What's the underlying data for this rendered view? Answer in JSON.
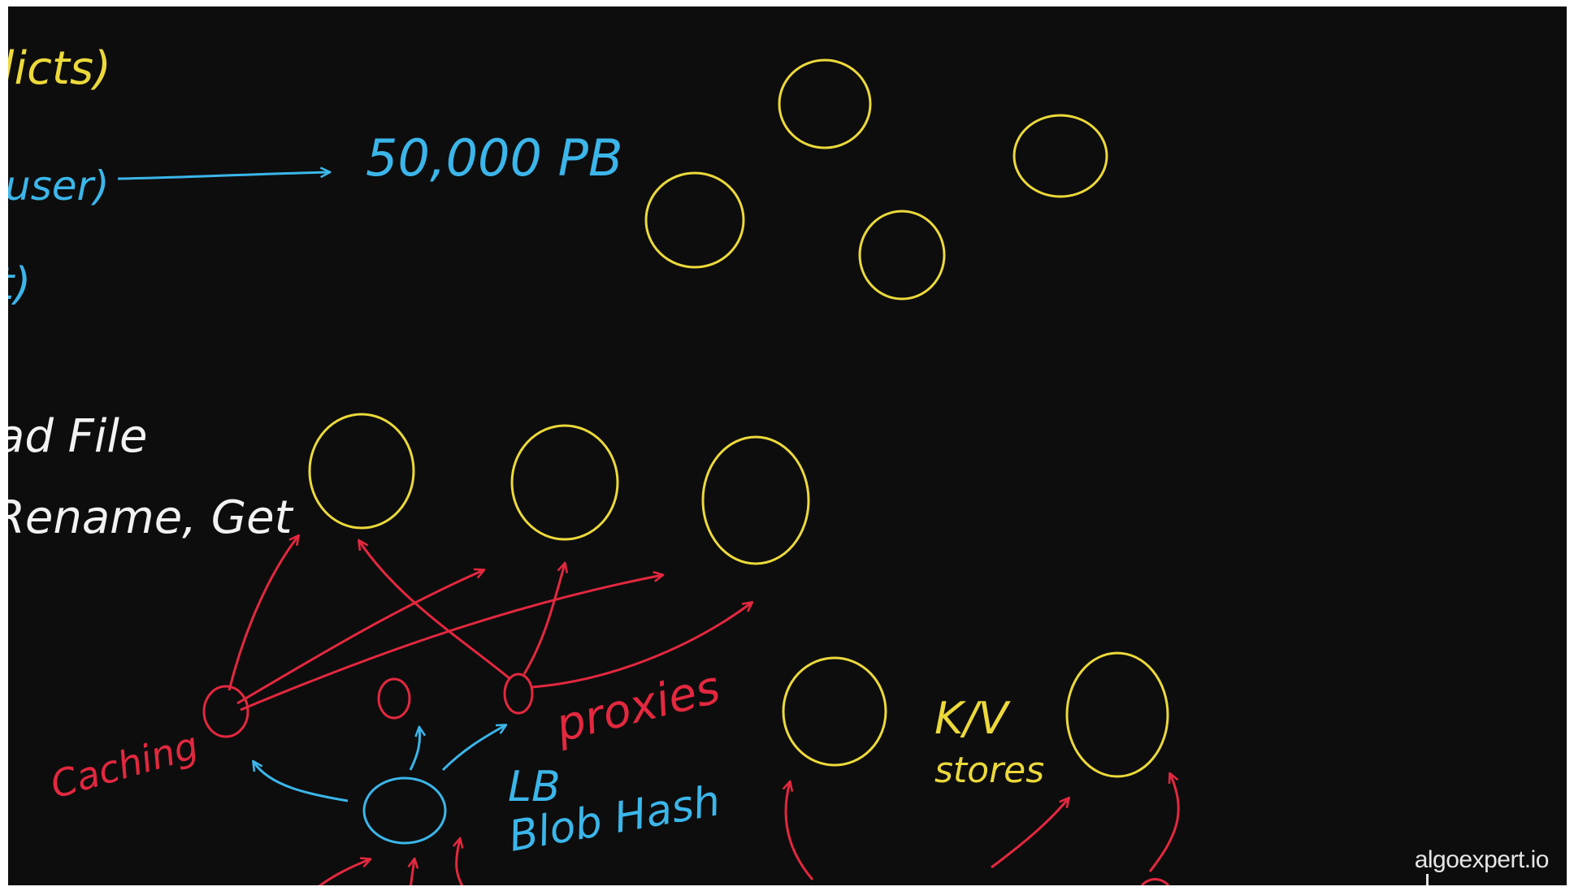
{
  "board": {
    "background": "#0d0d0d",
    "ink_colors": {
      "white": "#f2f2f2",
      "blue": "#3bb6ea",
      "red": "#e3283f",
      "yellow": "#ecd93a"
    },
    "left_notes": [
      {
        "text": "licts)",
        "ink": "yellow"
      },
      {
        "text": "user)",
        "ink": "blue"
      },
      {
        "text": "t)",
        "ink": "blue"
      },
      {
        "text": "ad File",
        "ink": "white"
      },
      {
        "text": "Rename, Get",
        "ink": "white"
      }
    ],
    "storage_estimate": "50,000 PB",
    "labels": {
      "caching": "Caching",
      "proxies": "proxies",
      "lb": "LB",
      "blob_hash": "Blob Hash",
      "kv_line1": "K/V",
      "kv_line2": "stores"
    }
  },
  "watermark": "algoexpert.io"
}
